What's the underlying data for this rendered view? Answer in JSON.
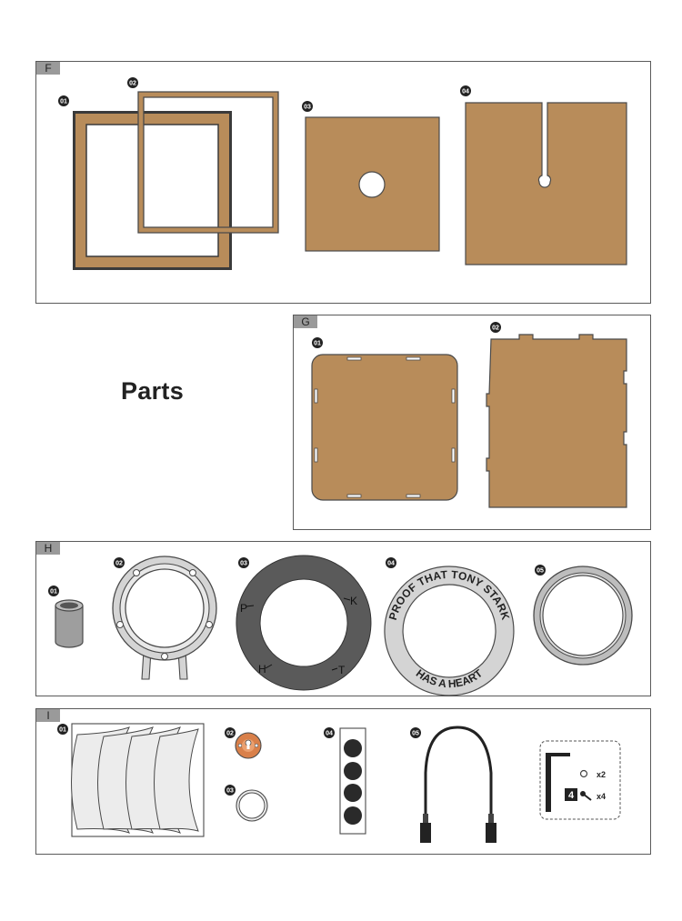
{
  "page": {
    "heading": "Parts"
  },
  "sections": [
    {
      "label": "F",
      "parts": [
        "01",
        "02",
        "03",
        "04"
      ]
    },
    {
      "label": "G",
      "parts": [
        "01",
        "02"
      ]
    },
    {
      "label": "H",
      "parts": [
        "01",
        "02",
        "03",
        "04",
        "05"
      ]
    },
    {
      "label": "I",
      "parts": [
        "01",
        "02",
        "03",
        "04",
        "05"
      ]
    }
  ],
  "ring_letters": [
    "P",
    "K",
    "H",
    "T"
  ],
  "ring_text": {
    "top": "PROOF THAT TONY STARK",
    "bottom": "HAS A HEART"
  },
  "hardware": {
    "washer_qty": "x2",
    "screw_qty": "x4",
    "key_size": "4"
  },
  "colors": {
    "wood": "#b88c5a",
    "dark_ring": "#5a5a5a",
    "light_ring": "#d4d4d4",
    "copper": "#d9804a",
    "label_bg": "#9a9a9a"
  }
}
